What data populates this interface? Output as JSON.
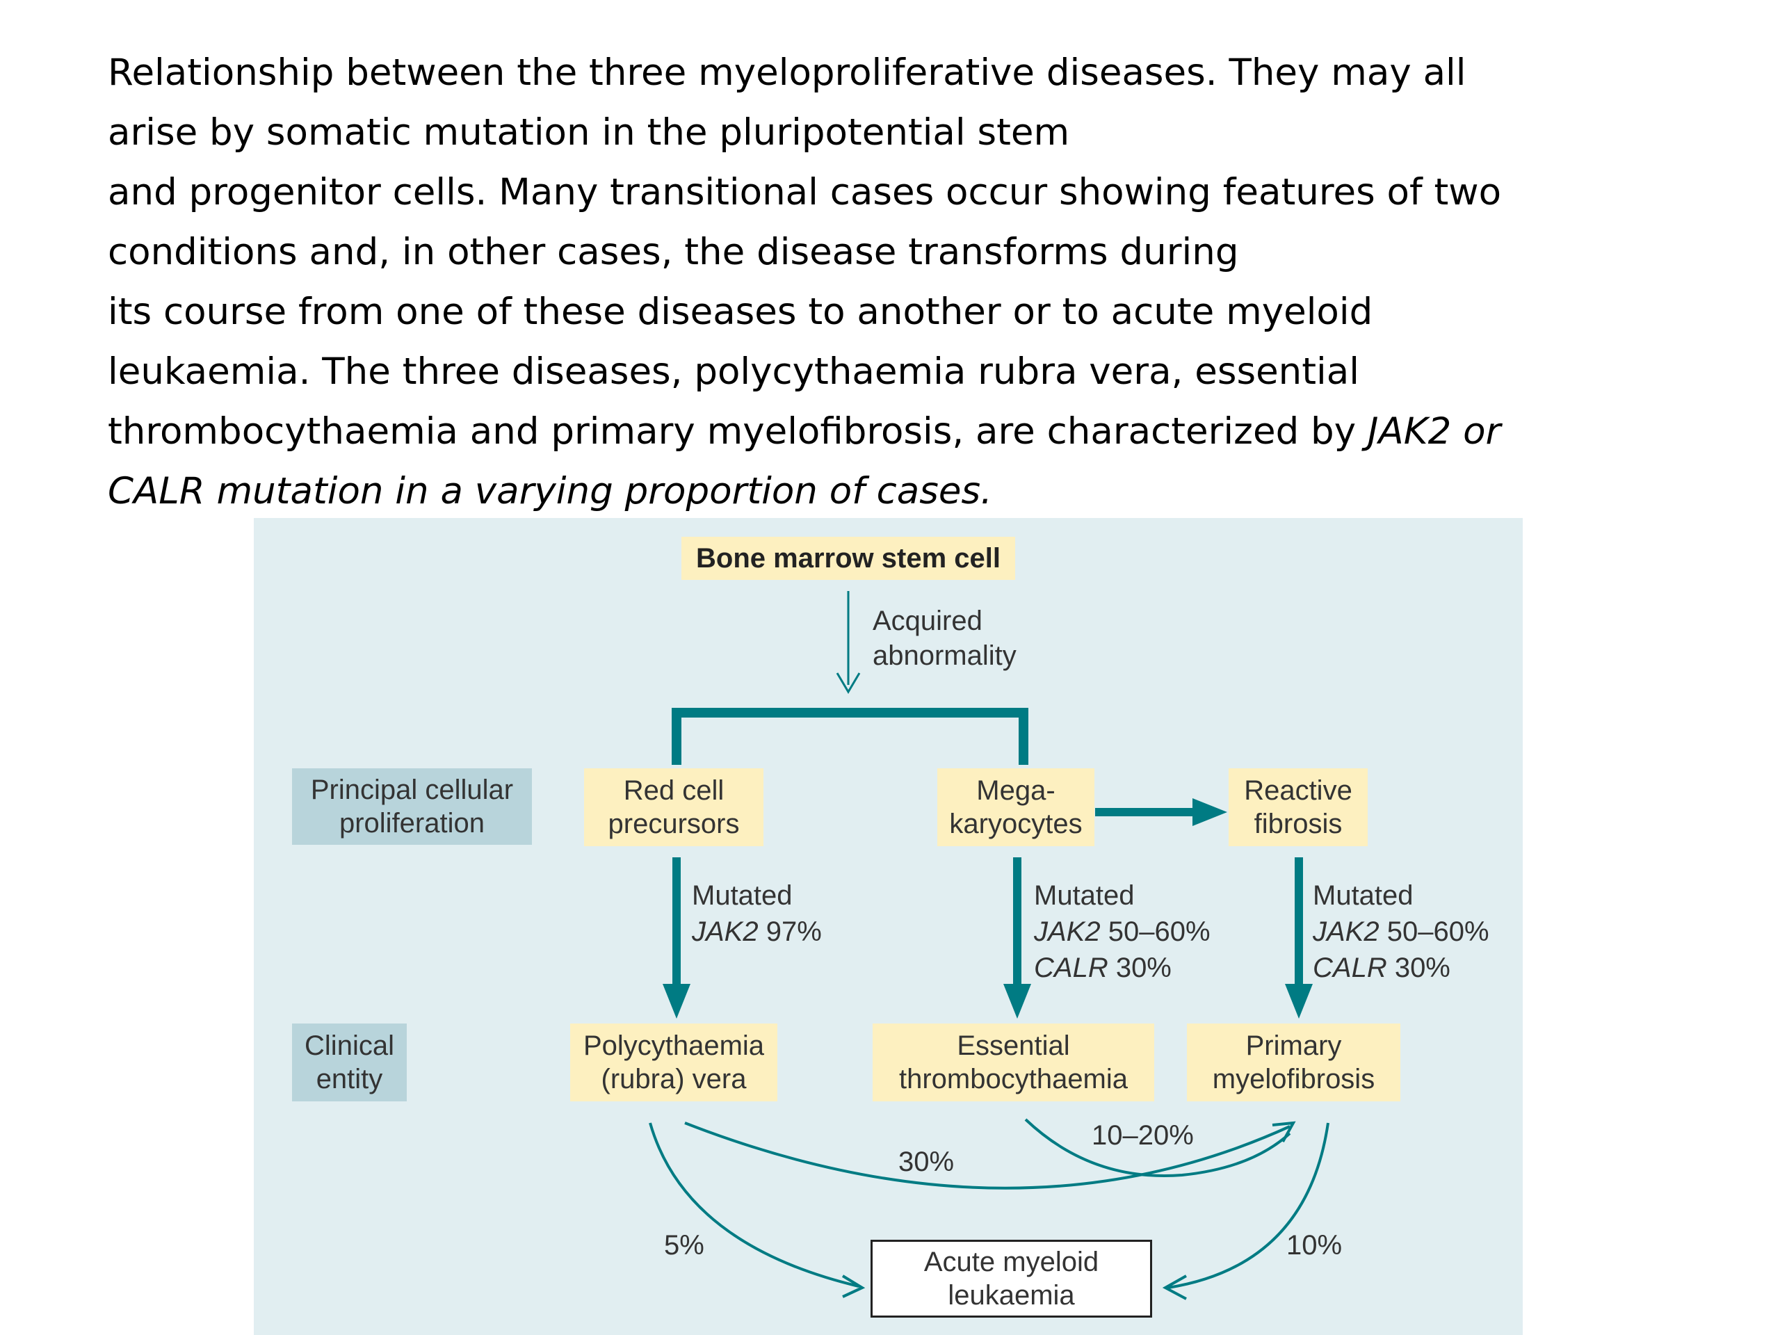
{
  "caption": {
    "lines": [
      "Relationship between the three myeloproliferative diseases. They may all",
      "arise by somatic mutation in the pluripotential stem",
      "and progenitor cells. Many transitional cases occur showing features of two",
      "conditions and, in other cases, the disease transforms during",
      "its course from one of these diseases to another or to acute myeloid",
      "leukaemia. The three diseases, polycythaemia rubra vera, essential"
    ],
    "line7_normal": "thrombocythaemia and primary myelofibrosis, are characterized by ",
    "line7_italic": "JAK2 or",
    "line8_italic": "CALR mutation in a varying proportion of cases."
  },
  "diagram": {
    "stem_cell": "Bone marrow stem cell",
    "acquired_1": "Acquired",
    "acquired_2": "abnormality",
    "row_label_1": {
      "line1": "Principal cellular",
      "line2": "proliferation"
    },
    "row_label_2": {
      "line1": "Clinical",
      "line2": "entity"
    },
    "red_cell": {
      "line1": "Red cell",
      "line2": "precursors"
    },
    "mega": {
      "line1": "Mega-",
      "line2": "karyocytes"
    },
    "fibrosis": {
      "line1": "Reactive",
      "line2": "fibrosis"
    },
    "pv_note": {
      "line1": "Mutated",
      "gene": "JAK2",
      "pct": " 97%"
    },
    "et_note": {
      "line1": "Mutated",
      "gene1": "JAK2",
      "pct1": " 50–60%",
      "gene2": "CALR",
      "pct2": " 30%"
    },
    "mf_note": {
      "line1": "Mutated",
      "gene1": "JAK2",
      "pct1": " 50–60%",
      "gene2": "CALR",
      "pct2": " 30%"
    },
    "pv": {
      "line1": "Polycythaemia",
      "line2": "(rubra) vera"
    },
    "et": {
      "line1": "Essential",
      "line2": "thrombocythaemia"
    },
    "mf": {
      "line1": "Primary",
      "line2": "myelofibrosis"
    },
    "aml": {
      "line1": "Acute myeloid",
      "line2": "leukaemia"
    },
    "pct_30": "30%",
    "pct_10_20": "10–20%",
    "pct_5": "5%",
    "pct_10": "10%"
  },
  "colors": {
    "teal": "#007b83",
    "panel": "#e1eef1",
    "yellow": "#fdf0c0",
    "label": "#b8d4db"
  }
}
